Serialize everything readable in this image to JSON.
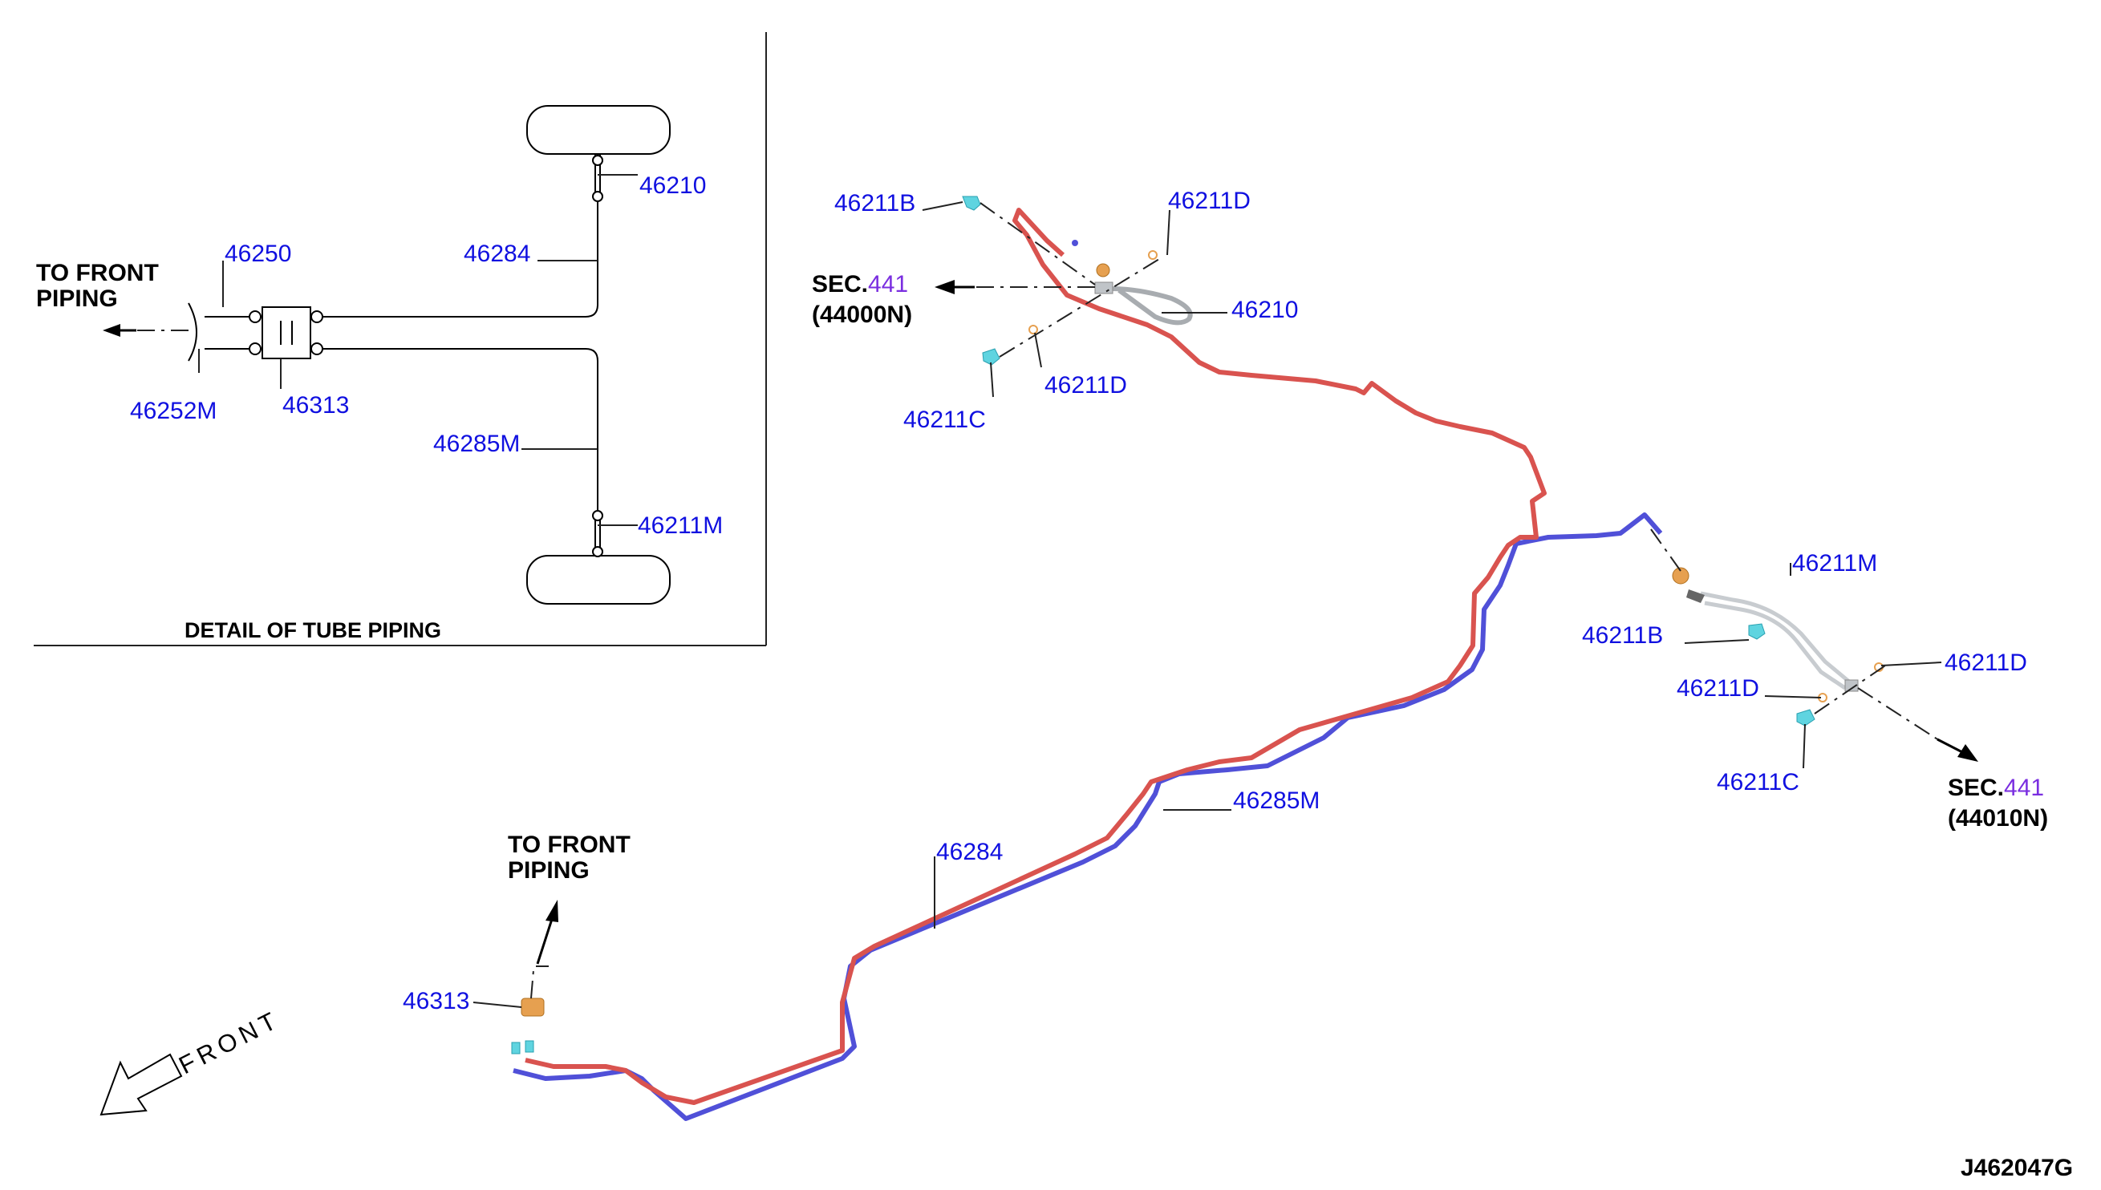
{
  "detail": {
    "title": "DETAIL OF TUBE PIPING",
    "to_front_line1": "TO FRONT",
    "to_front_line2": "PIPING",
    "labels": {
      "p46210": "46210",
      "p46284": "46284",
      "p46250": "46250",
      "p46252M": "46252M",
      "p46313": "46313",
      "p46285M": "46285M",
      "p46211M": "46211M"
    }
  },
  "main": {
    "labels": {
      "p46211B": "46211B",
      "p46211D_top": "46211D",
      "p46210": "46210",
      "p46211D_left": "46211D",
      "p46211C_left": "46211C",
      "p46211M": "46211M",
      "p46211B_right": "46211B",
      "p46211D_right": "46211D",
      "p46211D_mid": "46211D",
      "p46211C_right": "46211C",
      "p46285M": "46285M",
      "p46284": "46284",
      "p46313": "46313"
    },
    "sec_left": {
      "prefix": "SEC.",
      "num": "441",
      "code": "(44000N)"
    },
    "sec_right": {
      "prefix": "SEC.",
      "num": "441",
      "code": "(44010N)"
    },
    "to_front_line1": "TO FRONT",
    "to_front_line2": "PIPING",
    "front_label": "FRONT",
    "diagram_id": "J462047G"
  },
  "colors": {
    "tube_red": "#d9534f",
    "tube_blue": "#5050d8",
    "label_blue": "#1010e0",
    "sec_purple": "#7a2ee0",
    "clip_cyan": "#5fd4e0",
    "fitting_orange": "#e6a050",
    "hose_gray": "#a8acb0"
  }
}
